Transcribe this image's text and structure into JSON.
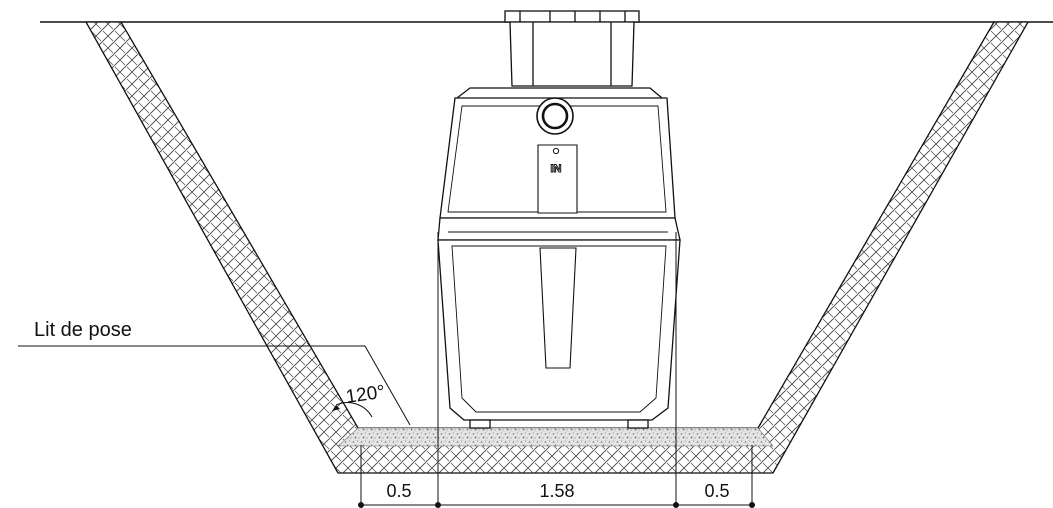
{
  "diagram": {
    "bedding_label": "Lit de pose",
    "angle_label": "120°",
    "inlet_label": "IN",
    "dimensions": {
      "left_clearance": "0.5",
      "tank_width": "1.58",
      "right_clearance": "0.5"
    }
  },
  "colors": {
    "line": "#111111",
    "backfill_fill": "#ffffff",
    "bedding_fill": "#d6d6d6"
  }
}
